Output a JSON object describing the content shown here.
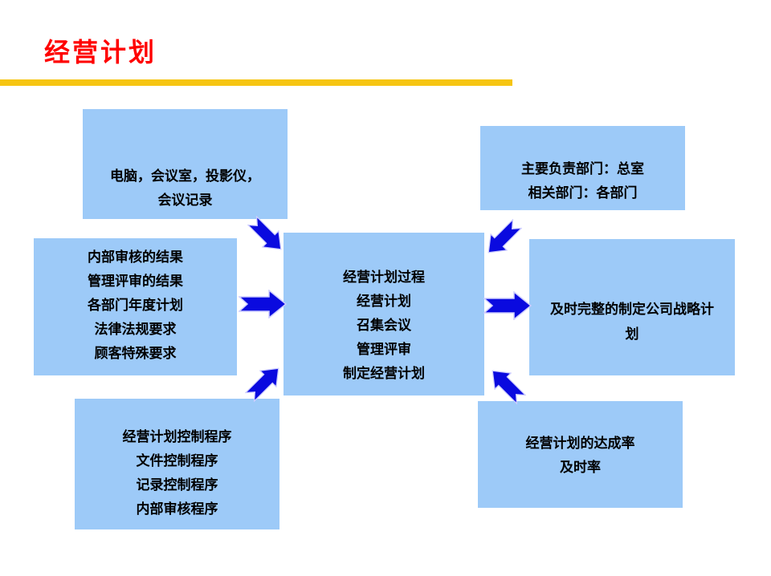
{
  "title": "经营计划",
  "colors": {
    "title": "#ff0000",
    "underline": "#f6c512",
    "box_fill": "#9dcaf8",
    "arrow_fill": "#0a0adf",
    "arrow_outline": "#ccccff",
    "text": "#000000",
    "background": "#ffffff"
  },
  "boxes": {
    "equipment": {
      "lines": [
        "电脑，会议室，投影仪，",
        "会议记录"
      ]
    },
    "inputs": {
      "lines": [
        "内部审核的结果",
        "管理评审的结果",
        "各部门年度计划",
        "法律法规要求",
        "顾客特殊要求"
      ]
    },
    "procedures": {
      "lines": [
        "经营计划控制程序",
        "文件控制程序",
        "记录控制程序",
        "内部审核程序"
      ]
    },
    "process": {
      "lines": [
        "经营计划过程",
        "经营计划",
        "召集会议",
        "管理评审",
        "制定经营计划"
      ]
    },
    "departments": {
      "lines": [
        "主要负责部门：总室",
        "相关部门：各部门"
      ]
    },
    "output": {
      "lines": [
        "及时完整的制定公司战略计",
        "划"
      ]
    },
    "metrics": {
      "lines": [
        "经营计划的达成率",
        "及时率"
      ]
    }
  },
  "arrows": [
    {
      "name": "equipment-to-process",
      "direction": "down-right"
    },
    {
      "name": "inputs-to-process",
      "direction": "right"
    },
    {
      "name": "procedures-to-process",
      "direction": "up-right"
    },
    {
      "name": "departments-to-process",
      "direction": "down-left"
    },
    {
      "name": "process-to-output",
      "direction": "right"
    },
    {
      "name": "metrics-to-process",
      "direction": "up-left"
    }
  ]
}
